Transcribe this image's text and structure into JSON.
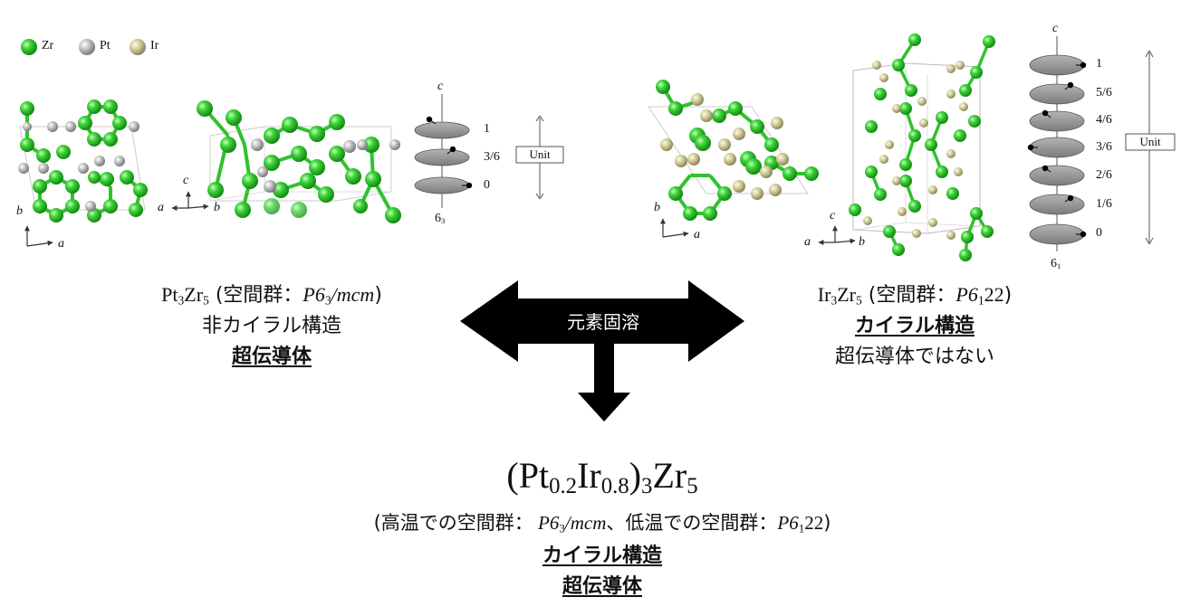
{
  "legend": {
    "items": [
      {
        "label": "Zr",
        "color": "#33cc33"
      },
      {
        "label": "Pt",
        "color": "#b8b8b8"
      },
      {
        "label": "Ir",
        "color": "#cfcc96"
      }
    ]
  },
  "left_panel": {
    "axes_ab": {
      "b": "b",
      "a": "a"
    },
    "axes_cab": {
      "c": "c",
      "a": "a",
      "b": "b"
    },
    "screw": {
      "axis": "c",
      "levels": [
        "1",
        "3/6",
        "0"
      ],
      "main": "6",
      "sub": "3"
    },
    "unit_label": "Unit",
    "formula": {
      "el1": "Pt",
      "n1": "3",
      "el2": "Zr",
      "n2": "5"
    },
    "space_group": {
      "prefix": " (空間群：",
      "sg_main": "P6",
      "sg_sub": "3",
      "sg_tail": "/mcm",
      "suffix": ")"
    },
    "line2": "非カイラル構造",
    "line3": "超伝導体"
  },
  "right_panel": {
    "axes_ab": {
      "b": "b",
      "a": "a"
    },
    "axes_cab": {
      "c": "c",
      "a": "a",
      "b": "b"
    },
    "screw": {
      "axis": "c",
      "levels": [
        "1",
        "5/6",
        "4/6",
        "3/6",
        "2/6",
        "1/6",
        "0"
      ],
      "main": "6",
      "sub": "1"
    },
    "unit_label": "Unit",
    "formula": {
      "el1": "Ir",
      "n1": "3",
      "el2": "Zr",
      "n2": "5"
    },
    "space_group": {
      "prefix": " (空間群：",
      "sg_main": "P6",
      "sg_sub": "1",
      "sg_tail": "22",
      "suffix": ")"
    },
    "line2": "カイラル構造",
    "line3": "超伝導体ではない"
  },
  "arrow": {
    "label": "元素固溶"
  },
  "bottom": {
    "formula": {
      "p1": "(Pt",
      "s1": "0.2",
      "p2": "Ir",
      "s2": "0.8",
      "p3": ")",
      "s3": "3",
      "p4": "Zr",
      "s4": "5"
    },
    "note": {
      "open": "(高温での空間群：",
      "sg1_main": " P6",
      "sg1_sub": "3",
      "sg1_tail": "/mcm",
      "mid": "、低温での空間群：",
      "sg2_main": "P6",
      "sg2_sub": "1",
      "sg2_tail": "22",
      "close": ")"
    },
    "line2": "カイラル構造",
    "line3": "超伝導体"
  }
}
